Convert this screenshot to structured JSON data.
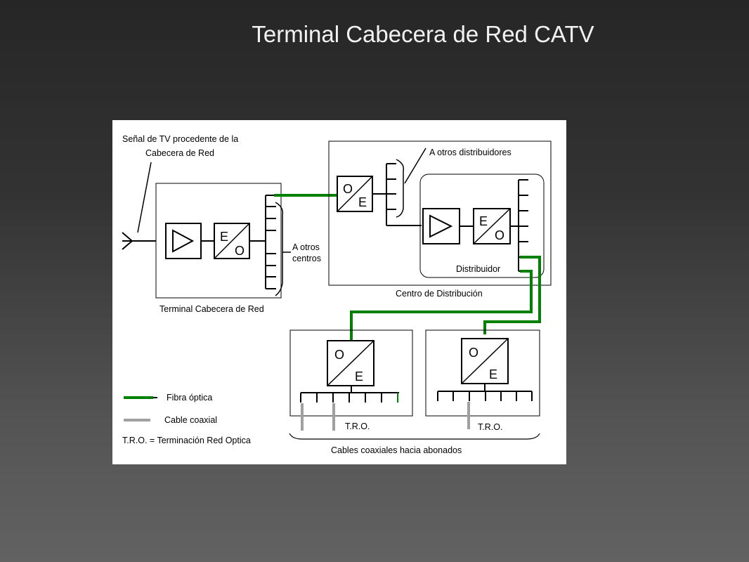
{
  "slide": {
    "title": "Terminal Cabecera de Red CATV"
  },
  "diagram": {
    "input_label_line1": "Señal de TV procedente de la",
    "input_label_line2": "Cabecera de Red",
    "headend_label": "Terminal Cabecera de Red",
    "other_centers_line1": "A otros",
    "other_centers_line2": "centros",
    "other_distributors": "A otros distribuidores",
    "distribution_center_label": "Centro de Distribución",
    "distributor_label": "Distribuidor",
    "converter_letters": {
      "o": "O",
      "e": "E"
    },
    "tro_label": "T.R.O.",
    "subscribers_label": "Cables coaxiales hacia abonados",
    "legend": {
      "fiber": "Fibra óptica",
      "coax": "Cable coaxial",
      "tro_definition": "T.R.O. = Terminación Red Optica"
    },
    "colors": {
      "fiber": "#008000",
      "coax": "#a0a0a0",
      "line": "#000000"
    }
  }
}
